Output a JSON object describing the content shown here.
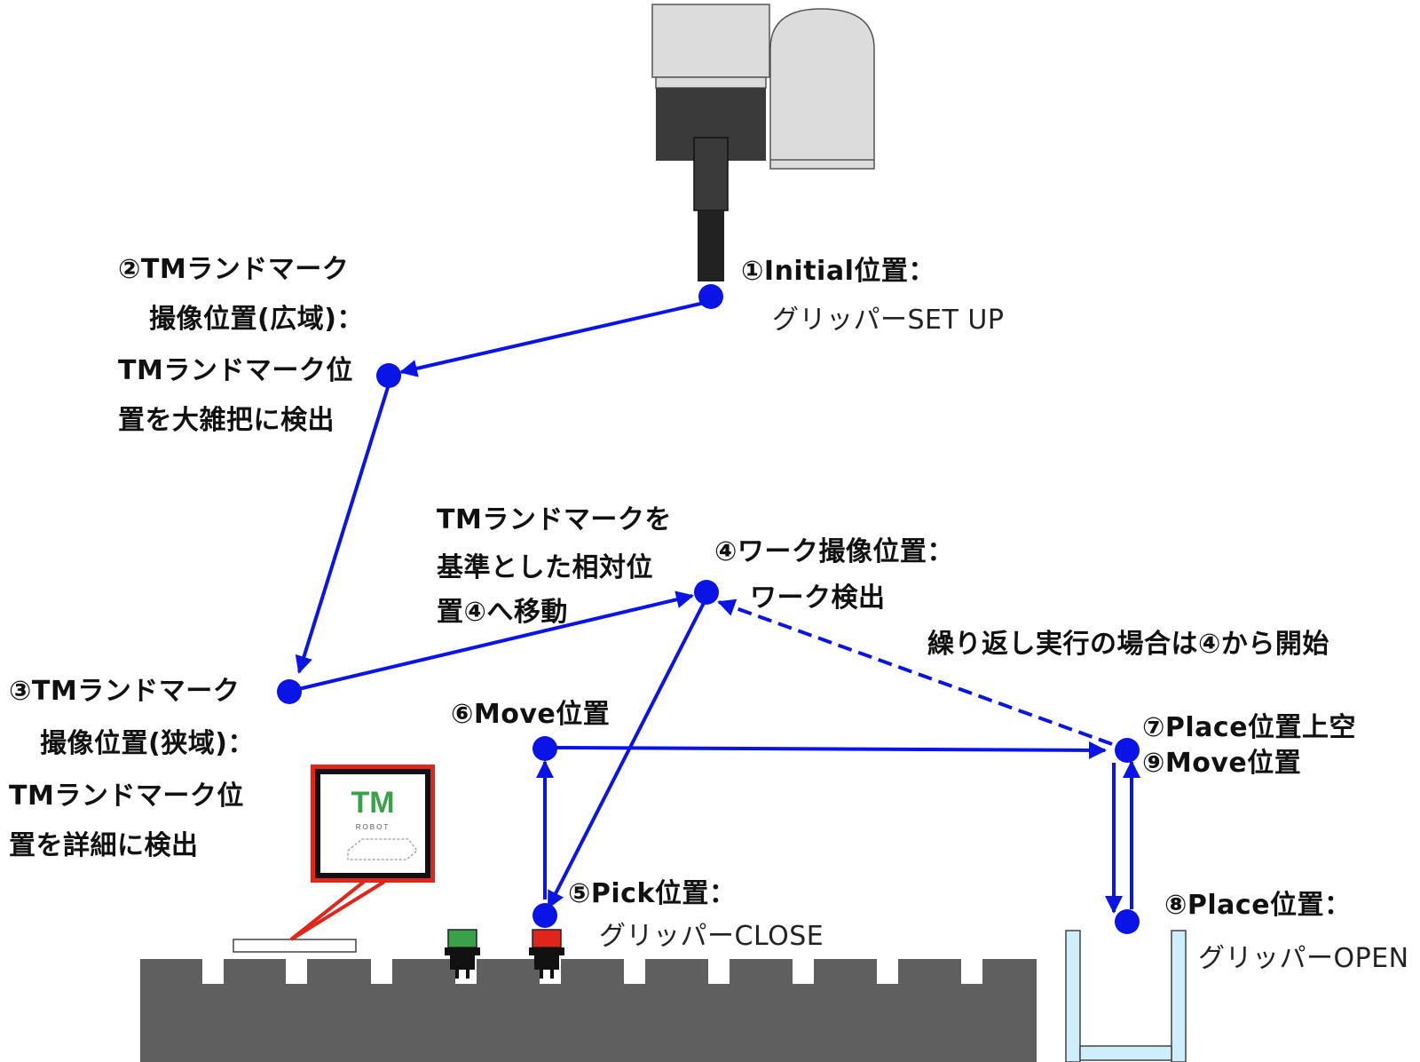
{
  "diagram": {
    "waypoints": [
      {
        "id": "p1",
        "heading": "①Initial位置：",
        "detail": "グリッパーSET UP"
      },
      {
        "id": "p2",
        "heading_lines": [
          "②TMランドマーク",
          "撮像位置(広域)："
        ],
        "detail_lines": [
          "TMランドマーク位",
          "置を大雑把に検出"
        ]
      },
      {
        "id": "p3",
        "heading_lines": [
          "③TMランドマーク",
          "撮像位置(狭域)："
        ],
        "detail_lines": [
          "TMランドマーク位",
          "置を詳細に検出"
        ]
      },
      {
        "id": "p4",
        "heading": "④ワーク撮像位置：",
        "detail": "ワーク検出"
      },
      {
        "id": "p5",
        "heading": "⑤Pick位置：",
        "detail": "グリッパーCLOSE"
      },
      {
        "id": "p6",
        "heading": "⑥Move位置"
      },
      {
        "id": "p7",
        "heading": "⑦Place位置上空"
      },
      {
        "id": "p8",
        "heading": "⑧Place位置：",
        "detail": "グリッパーOPEN"
      },
      {
        "id": "p9",
        "heading": "⑨Move位置"
      }
    ],
    "annotations": {
      "relative_move_lines": [
        "TMランドマークを",
        "基準とした相対位",
        "置④へ移動"
      ],
      "repeat_note": "繰り返し実行の場合は④から開始"
    },
    "landmark_card": {
      "logo_text": "TM",
      "logo_subtext": "ROBOT"
    },
    "colors": {
      "path": "#0a14e6",
      "callout": "#e0261b",
      "robot_light": "#dcdcdc",
      "robot_dark": "#3a3a3a",
      "table": "#5f5f5f",
      "bin": "#cdeefa",
      "part_green": "#3aa14a",
      "part_red": "#e0261b",
      "logo_green": "#3aa14a",
      "logo_blue": "#1f3f8a"
    }
  }
}
